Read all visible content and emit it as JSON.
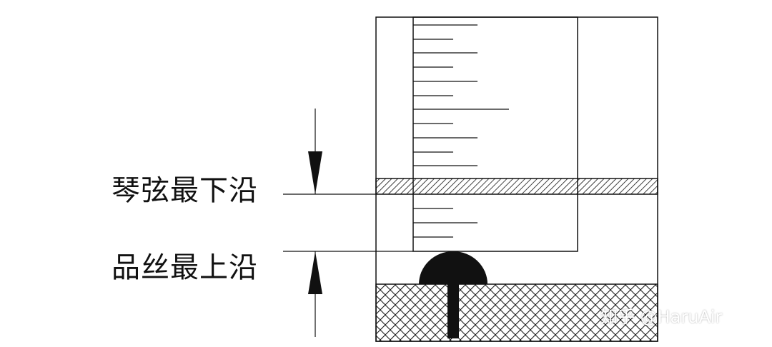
{
  "labels": {
    "string_bottom_edge": "琴弦最下沿",
    "fret_top_edge": "品丝最上沿"
  },
  "watermark": "知乎 @HaruAir",
  "colors": {
    "line": "#111111",
    "background": "#ffffff"
  }
}
